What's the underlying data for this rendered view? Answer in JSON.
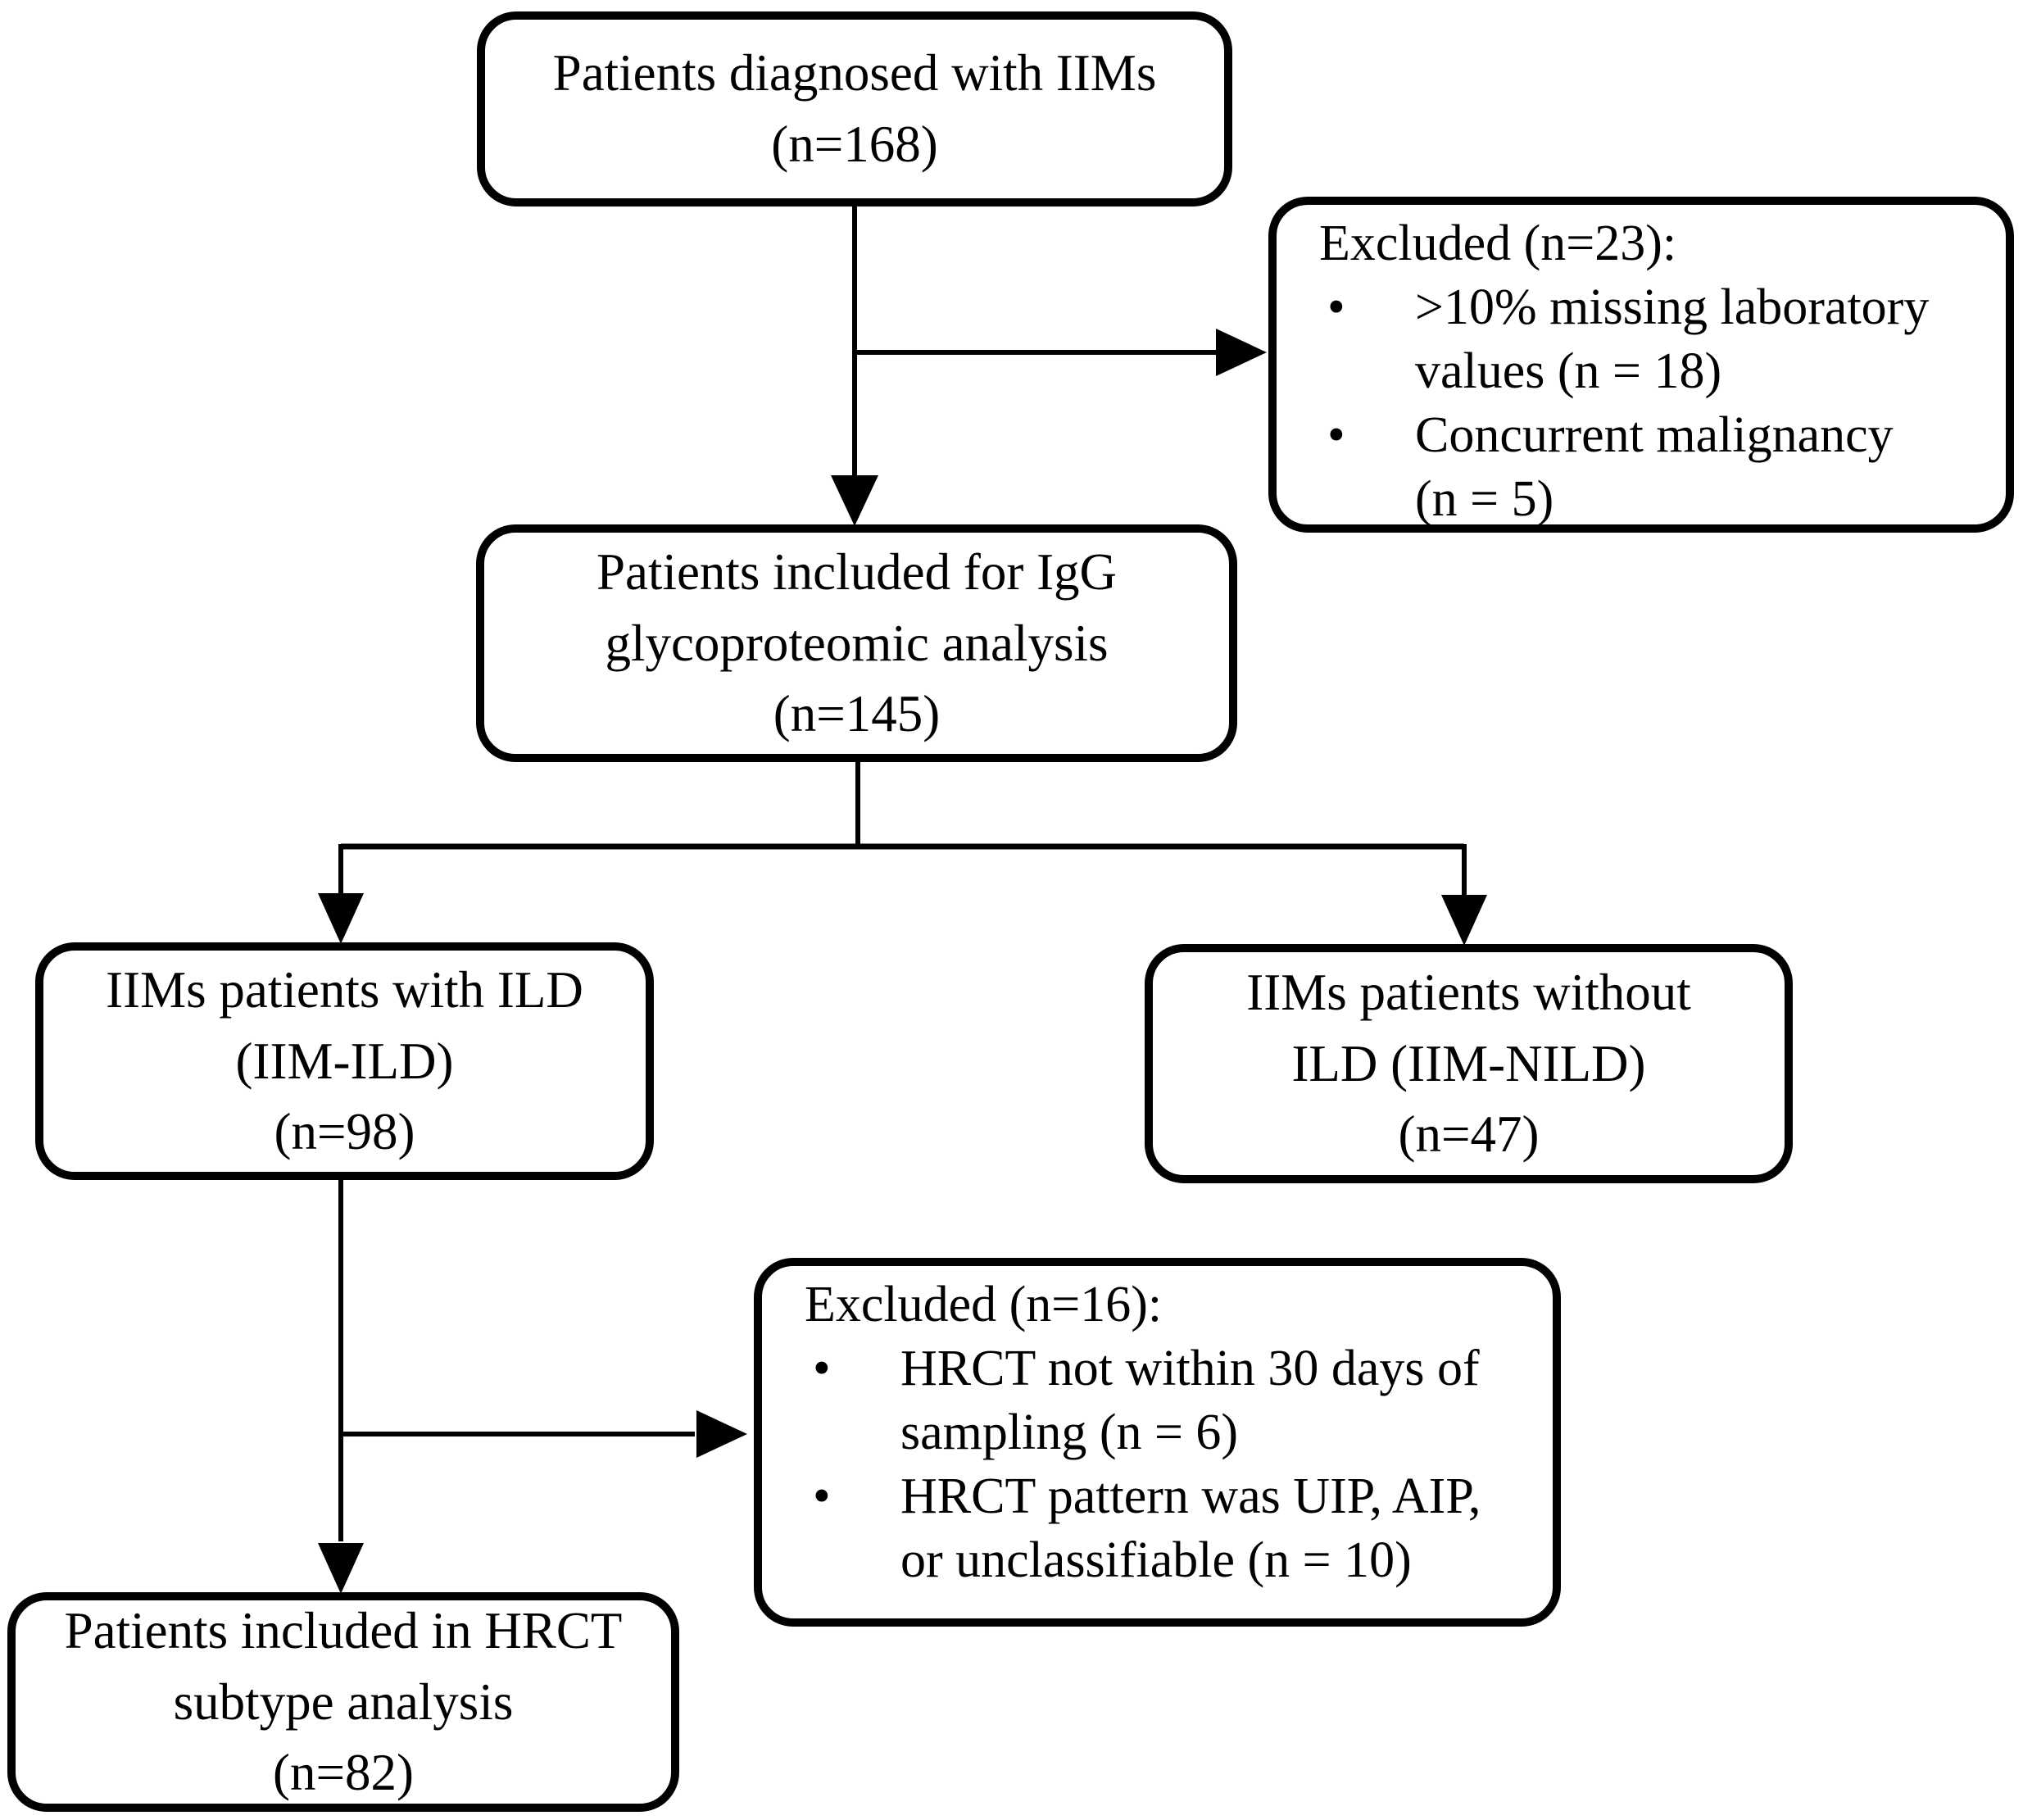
{
  "diagram": {
    "type": "patient-flow-chart",
    "colors": {
      "line": "#000000",
      "text": "#000000",
      "background": "#ffffff"
    },
    "bullet_char": "•",
    "boxes": {
      "diagnosed": {
        "text": "Patients diagnosed with IIMs\n(n=168)"
      },
      "excluded_lab": {
        "title": "Excluded (n=23):",
        "bullets": [
          ">10% missing laboratory\nvalues (n = 18)",
          "Concurrent malignancy\n(n = 5)"
        ]
      },
      "included_igg": {
        "text": "Patients included for IgG\nglycoproteomic analysis\n(n=145)"
      },
      "iim_ild": {
        "text": "IIMs patients with ILD\n(IIM-ILD)\n(n=98)"
      },
      "iim_nild": {
        "text": "IIMs patients without\nILD (IIM-NILD)\n(n=47)"
      },
      "excluded_hrct": {
        "title": "Excluded (n=16):",
        "bullets": [
          "HRCT not within 30 days of\nsampling (n = 6)",
          "HRCT pattern was UIP, AIP,\nor unclassifiable (n = 10)"
        ]
      },
      "hrct_subtype": {
        "text": "Patients included in HRCT\nsubtype analysis\n(n=82)"
      }
    }
  }
}
